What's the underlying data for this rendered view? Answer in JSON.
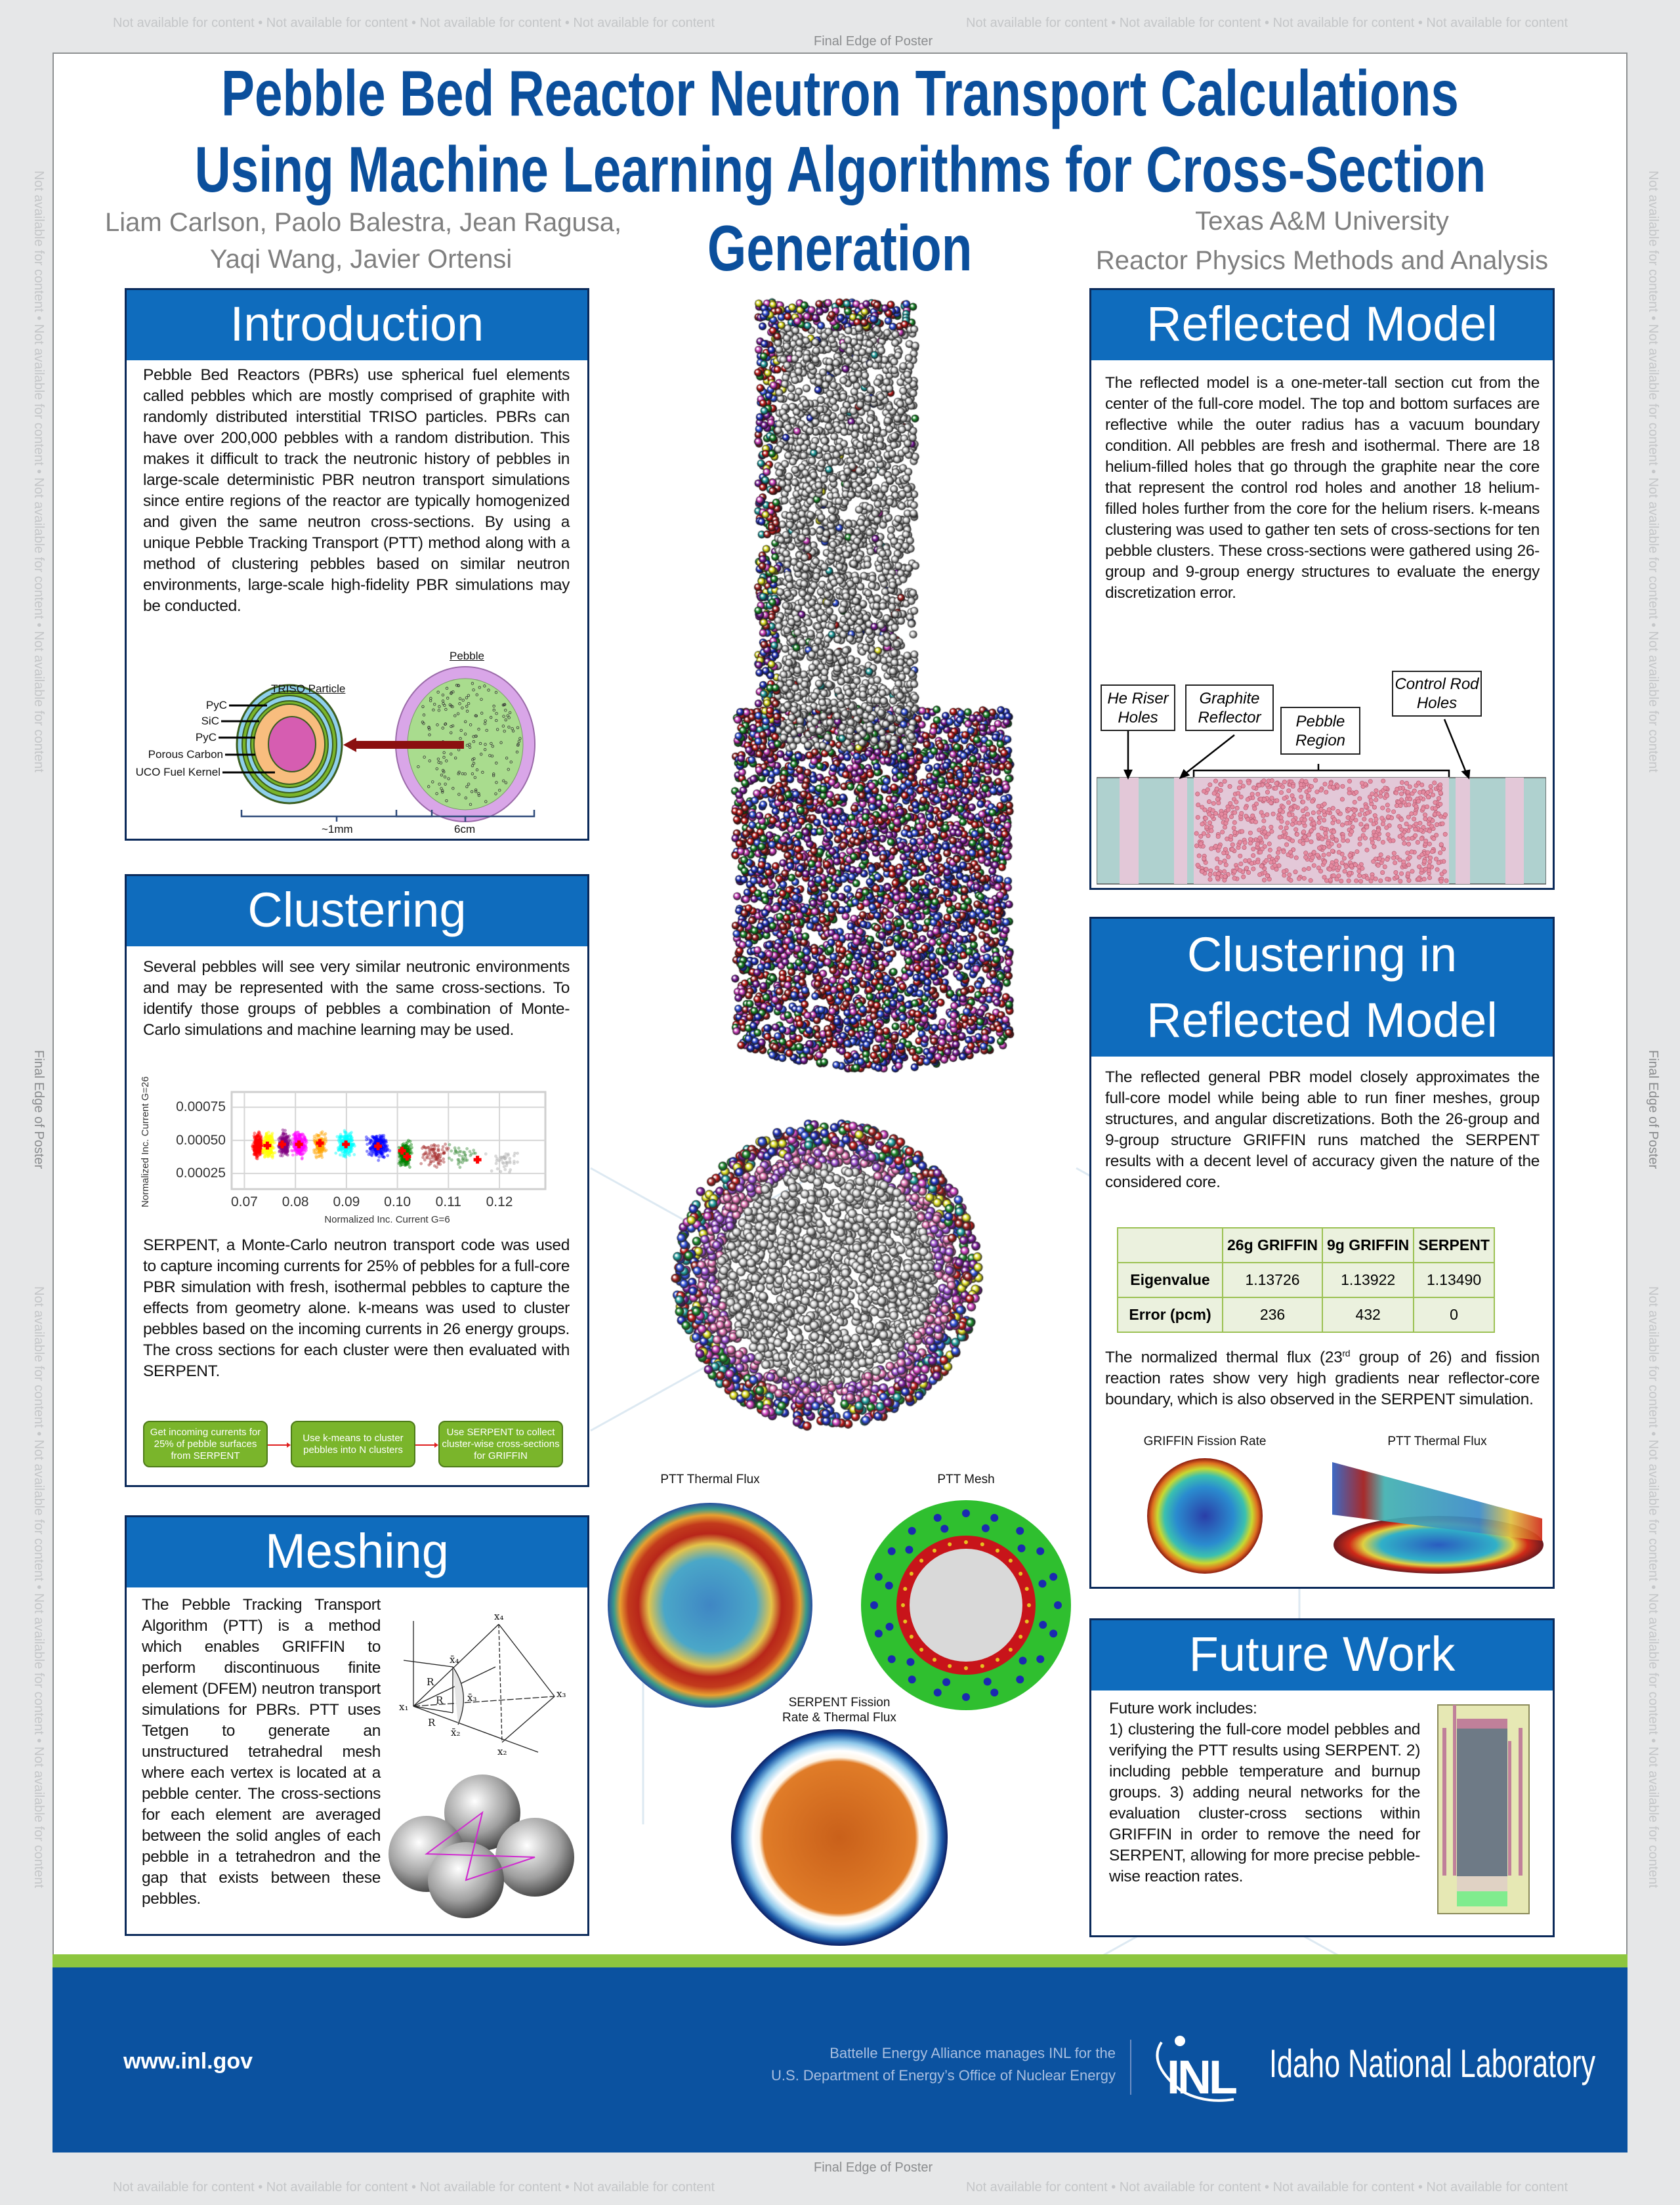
{
  "margin": {
    "not_available": "Not available for content   •   Not available for content   •   Not available for content   •   Not available for content",
    "final_edge": "Final Edge of Poster"
  },
  "header": {
    "title_lines": [
      "Pebble Bed Reactor Neutron Transport Calculations",
      "Using Machine Learning Algorithms for Cross-Section",
      "Generation"
    ],
    "authors_lines": [
      "Liam Carlson, Paolo Balestra, Jean Ragusa,",
      "Yaqi Wang, Javier Ortensi"
    ],
    "affiliation_lines": [
      "Texas A&M University",
      "Reactor Physics Methods and Analysis"
    ]
  },
  "introduction": {
    "title": "Introduction",
    "text": "Pebble Bed Reactors (PBRs) use spherical fuel elements called pebbles which are mostly comprised of graphite with randomly distributed interstitial TRISO particles. PBRs can have over 200,000 pebbles with a random distribution. This makes it difficult to track the neutronic history of pebbles in large-scale deterministic PBR neutron transport simulations since entire regions of the reactor are typically homogenized and given the same neutron cross-sections. By using a unique Pebble Tracking Transport (PTT) method along with a method of clustering pebbles based on similar neutron environments, large-scale high-fidelity PBR simulations may be conducted.",
    "diagram": {
      "triso_title": "TRISO Particle",
      "pebble_title": "Pebble",
      "layers": [
        "PyC",
        "SiC",
        "PyC",
        "Porous Carbon",
        "UCO Fuel Kernel"
      ],
      "triso_size": "~1mm",
      "pebble_size": "6cm",
      "colors": {
        "kernel": "#d65db1",
        "porous_carbon": "#f8bd7e",
        "pyc": "#8fd0ec",
        "sic": "#7ab52b",
        "pebble_matrix": "#a9dc8e",
        "pebble_shell": "#d9a6e8",
        "arrow": "#cc1f1f"
      }
    }
  },
  "clustering": {
    "title": "Clustering",
    "text1": "Several pebbles will see very similar neutronic environments and may be represented with the same cross-sections. To identify those groups of pebbles a combination of Monte-Carlo simulations and machine learning may be used.",
    "text2": "SERPENT, a Monte-Carlo neutron transport code was used to capture incoming currents for 25% of pebbles for a full-core PBR simulation with fresh, isothermal pebbles to capture the effects from geometry alone. k-means was used to cluster pebbles based on the incoming currents in 26 energy groups. The cross sections for each cluster were then evaluated with SERPENT.",
    "flow": [
      "Get incoming currents for 25% of pebble surfaces from SERPENT",
      "Use k-means to cluster pebbles into N clusters",
      "Use SERPENT to collect cluster-wise cross-sections for GRIFFIN"
    ]
  },
  "chart_data": {
    "type": "scatter",
    "xlabel": "Normalized Inc. Current G=6",
    "ylabel": "Normalized Inc. Current G=26",
    "xticks": [
      "0.07",
      "0.08",
      "0.09",
      "0.10",
      "0.11",
      "0.12"
    ],
    "yticks": [
      "0.00075",
      "0.00050",
      "0.00025"
    ],
    "xlim": [
      0.0675,
      0.129
    ],
    "ylim": [
      0.000132,
      0.000865
    ],
    "grid": true,
    "centroid_color": "#ff0000",
    "centroids": [
      {
        "x": 0.0726,
        "y": 0.000447
      },
      {
        "x": 0.0745,
        "y": 0.000461
      },
      {
        "x": 0.0774,
        "y": 0.00047
      },
      {
        "x": 0.0807,
        "y": 0.00047
      },
      {
        "x": 0.0848,
        "y": 0.000479
      },
      {
        "x": 0.0899,
        "y": 0.00047
      },
      {
        "x": 0.0962,
        "y": 0.000456
      },
      {
        "x": 0.1009,
        "y": 0.000422
      },
      {
        "x": 0.1019,
        "y": 0.000377
      },
      {
        "x": 0.1157,
        "y": 0.000354
      }
    ],
    "cluster_colors": [
      "#ff0000",
      "#ffff00",
      "#800080",
      "#ff00ff",
      "#ffa500",
      "#00ffff",
      "#0000ff",
      "#008000",
      "#a52a2a",
      "#3c8c3c",
      "#aaaaaa"
    ]
  },
  "meshing": {
    "title": "Meshing",
    "text": "The Pebble Tracking Transport Algorithm (PTT) is a method which enables GRIFFIN to perform discontinuous finite element (DFEM) neutron transport simulations for PBRs. PTT uses Tetgen to generate an unstructured tetrahedral mesh where each vertex is located at a pebble center. The cross-sections for each element are averaged between the solid angles of each pebble in a tetrahedron and the gap that exists between these pebbles.",
    "tet_labels": {
      "x1": "x₁",
      "x2": "x₂",
      "x3": "x₃",
      "x4": "x₄",
      "xb2": "x̄₂",
      "xb3": "x̄₃",
      "xb4": "x̄₄",
      "r": "R"
    }
  },
  "center": {
    "ptt_thermal_flux": "PTT Thermal Flux",
    "ptt_mesh": "PTT Mesh",
    "serpent_lines": [
      "SERPENT Fission",
      "Rate & Thermal Flux"
    ]
  },
  "reflected": {
    "title": "Reflected Model",
    "text": "The reflected model is a one-meter-tall section cut from the center of the full-core model. The top and bottom surfaces are reflective while the outer radius has a vacuum boundary condition. All pebbles are fresh and isothermal. There are 18 helium-filled holes that go through the graphite near the core that represent the control rod holes and another 18 helium-filled holes further from the core for the helium risers. k-means clustering was used to gather ten sets of cross-sections for ten pebble clusters. These cross-sections were gathered using 26-group and 9-group energy structures to evaluate the energy discretization error.",
    "labels": [
      "He Riser Holes",
      "Graphite Reflector",
      "Pebble Region",
      "Control Rod Holes"
    ],
    "colors": {
      "graphite": "#afd1cf",
      "holes": "#e3c8d8",
      "pebbles": "#e8a4b4"
    }
  },
  "clustering_reflected": {
    "title_lines": [
      "Clustering in",
      "Reflected Model"
    ],
    "text1": "The reflected general PBR model closely approximates the full-core model while being able to run finer meshes, group structures, and angular discretizations. Both the 26-group and 9-group structure GRIFFIN runs matched the SERPENT results with a decent level of accuracy given the nature of the considered core.",
    "table": {
      "headers": [
        "",
        "26g GRIFFIN",
        "9g GRIFFIN",
        "SERPENT"
      ],
      "rows": [
        [
          "Eigenvalue",
          "1.13726",
          "1.13922",
          "1.13490"
        ],
        [
          "Error (pcm)",
          "236",
          "432",
          "0"
        ]
      ]
    },
    "text2_a": "The normalized thermal flux (23",
    "text2_sup": "rd",
    "text2_b": " group of 26) and fission reaction rates show very high gradients near reflector-core boundary, which is also observed in the SERPENT simulation.",
    "griffin_caption": "GRIFFIN Fission Rate",
    "ptt_caption": "PTT Thermal Flux"
  },
  "future": {
    "title": "Future Work",
    "intro": "Future work includes:",
    "text": "1) clustering the full-core model pebbles and verifying the PTT results using SERPENT. 2) including pebble temperature and burnup groups. 3) adding neural networks for the evaluation cluster-cross sections within GRIFFIN in order to remove the need for SERPENT, allowing for more precise pebble-wise reaction rates."
  },
  "footer": {
    "url": "www.inl.gov",
    "credit_lines": [
      "Battelle Energy Alliance manages INL for the",
      "U.S. Department of Energy’s Office of Nuclear Energy"
    ],
    "logo_text": "INL",
    "lab_name": "Idaho National Laboratory",
    "colors": {
      "footer": "#0b52a0",
      "accent": "#8dc63f",
      "title": "#0b4f9c",
      "panel_header": "#0f6cbd"
    }
  }
}
